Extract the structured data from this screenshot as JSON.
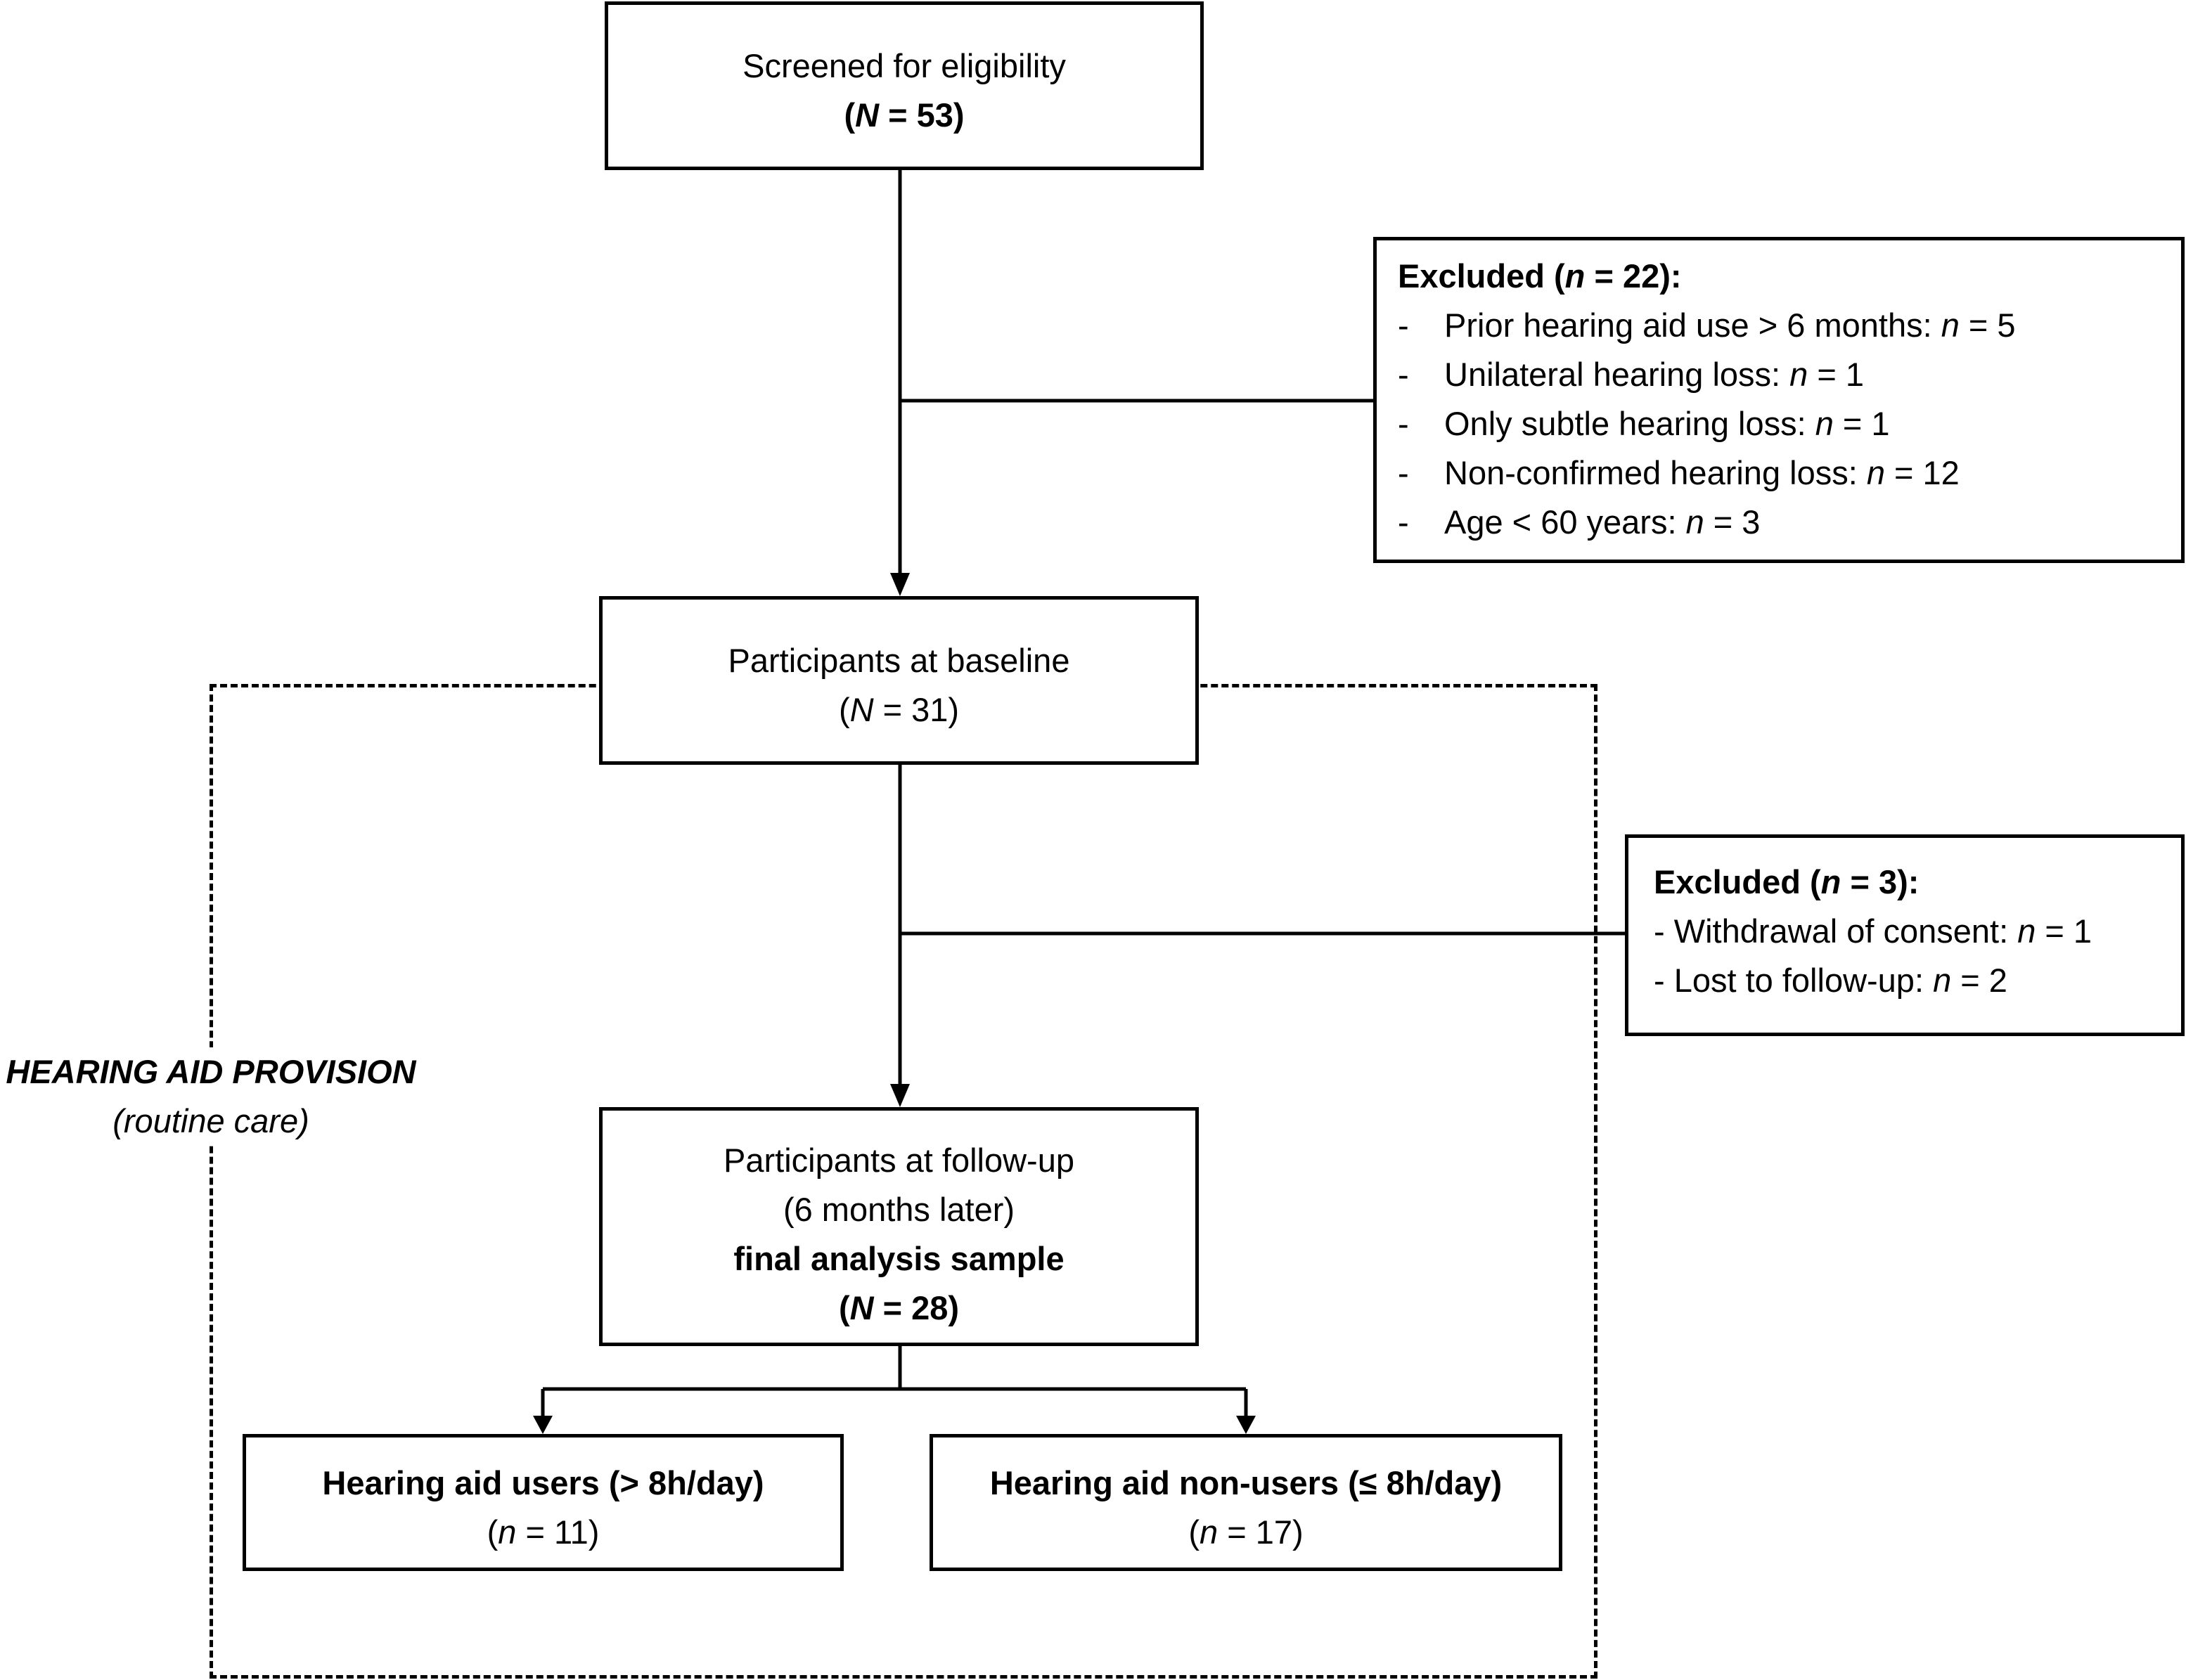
{
  "screened": {
    "label": "Screened for eligibility",
    "n_symbol": "N",
    "n_value": " = 53"
  },
  "excluded1": {
    "title": "Excluded (",
    "title_sym": "n",
    "title_val": " = 22):",
    "items": [
      {
        "text": "Prior hearing aid use > 6 months: ",
        "sym": "n",
        "val": " = 5"
      },
      {
        "text": "Unilateral hearing loss: ",
        "sym": "n",
        "val": " = 1"
      },
      {
        "text": "Only subtle hearing loss: ",
        "sym": "n",
        "val": " = 1"
      },
      {
        "text": "Non-confirmed hearing loss: ",
        "sym": "n",
        "val": " = 12"
      },
      {
        "text": "Age < 60 years: ",
        "sym": "n",
        "val": " = 3"
      }
    ]
  },
  "baseline": {
    "label": "Participants at baseline",
    "n_symbol": "N",
    "n_value": " = 31"
  },
  "excluded2": {
    "title": "Excluded (",
    "title_sym": "n",
    "title_val": " = 3):",
    "items": [
      {
        "text": "- Withdrawal of consent: ",
        "sym": "n",
        "val": " = 1"
      },
      {
        "text": "- Lost to follow-up: ",
        "sym": "n",
        "val": " = 2"
      }
    ]
  },
  "followup": {
    "line1": "Participants at follow-up",
    "line2": "(6 months later)",
    "line3": "final analysis sample",
    "n_symbol": "N",
    "n_value": " = 28"
  },
  "users": {
    "label": "Hearing aid users (> 8h/day)",
    "n_symbol": "n",
    "n_value": " = 11"
  },
  "nonusers": {
    "label": "Hearing aid non-users (≤ 8h/day)",
    "n_symbol": "n",
    "n_value": " = 17"
  },
  "provision": {
    "title": "HEARING AID PROVISION",
    "subtitle": "(routine care)"
  }
}
